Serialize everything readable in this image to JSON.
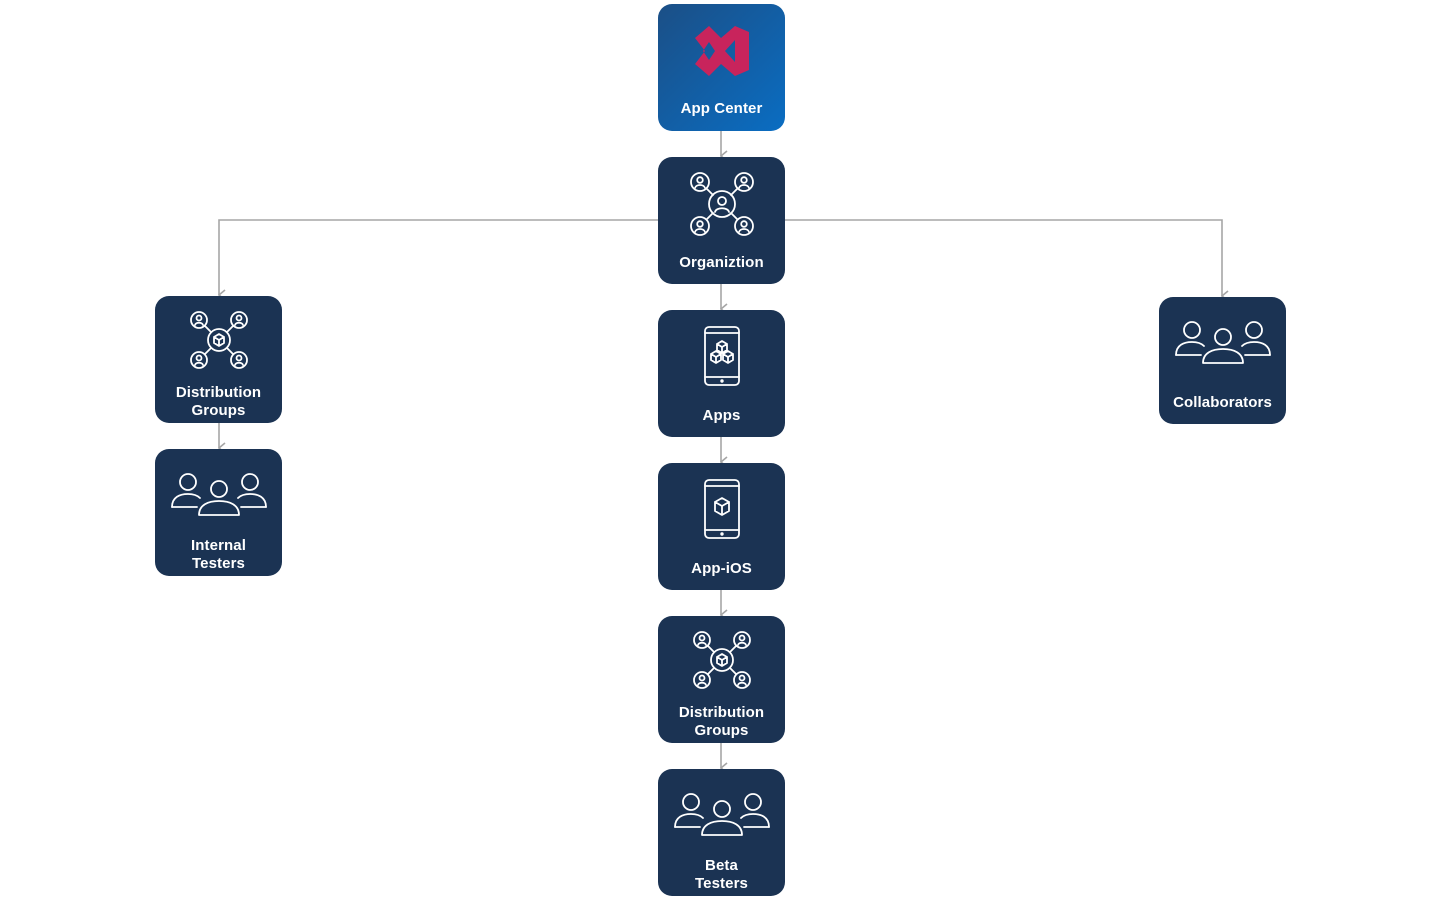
{
  "diagram": {
    "nodes": {
      "app_center": {
        "label": "App Center",
        "icon": "visual-studio-app-center-logo"
      },
      "organization": {
        "label": "Organiztion",
        "icon": "organization-network-icon"
      },
      "dist_groups_left": {
        "label": "Distribution\nGroups",
        "icon": "distribution-group-network-icon"
      },
      "internal_testers": {
        "label": "Internal\nTesters",
        "icon": "people-group-icon"
      },
      "apps": {
        "label": "Apps",
        "icon": "phone-with-boxes-icon"
      },
      "app_ios": {
        "label": "App-iOS",
        "icon": "phone-with-box-icon"
      },
      "dist_groups_center": {
        "label": "Distribution\nGroups",
        "icon": "distribution-group-network-icon"
      },
      "beta_testers": {
        "label": "Beta\nTesters",
        "icon": "people-group-icon"
      },
      "collaborators": {
        "label": "Collaborators",
        "icon": "people-group-icon"
      }
    },
    "edges": [
      [
        "app_center",
        "organization"
      ],
      [
        "organization",
        "dist_groups_left"
      ],
      [
        "organization",
        "apps"
      ],
      [
        "organization",
        "collaborators"
      ],
      [
        "dist_groups_left",
        "internal_testers"
      ],
      [
        "apps",
        "app_ios"
      ],
      [
        "app_ios",
        "dist_groups_center"
      ],
      [
        "dist_groups_center",
        "beta_testers"
      ]
    ],
    "colors": {
      "node_fill": "#1b3353",
      "app_center_gradient_start": "#1b4f86",
      "app_center_gradient_end": "#0a6dc2",
      "logo": "#c8245c",
      "connector": "#a6a6a6",
      "text": "#ffffff"
    }
  }
}
